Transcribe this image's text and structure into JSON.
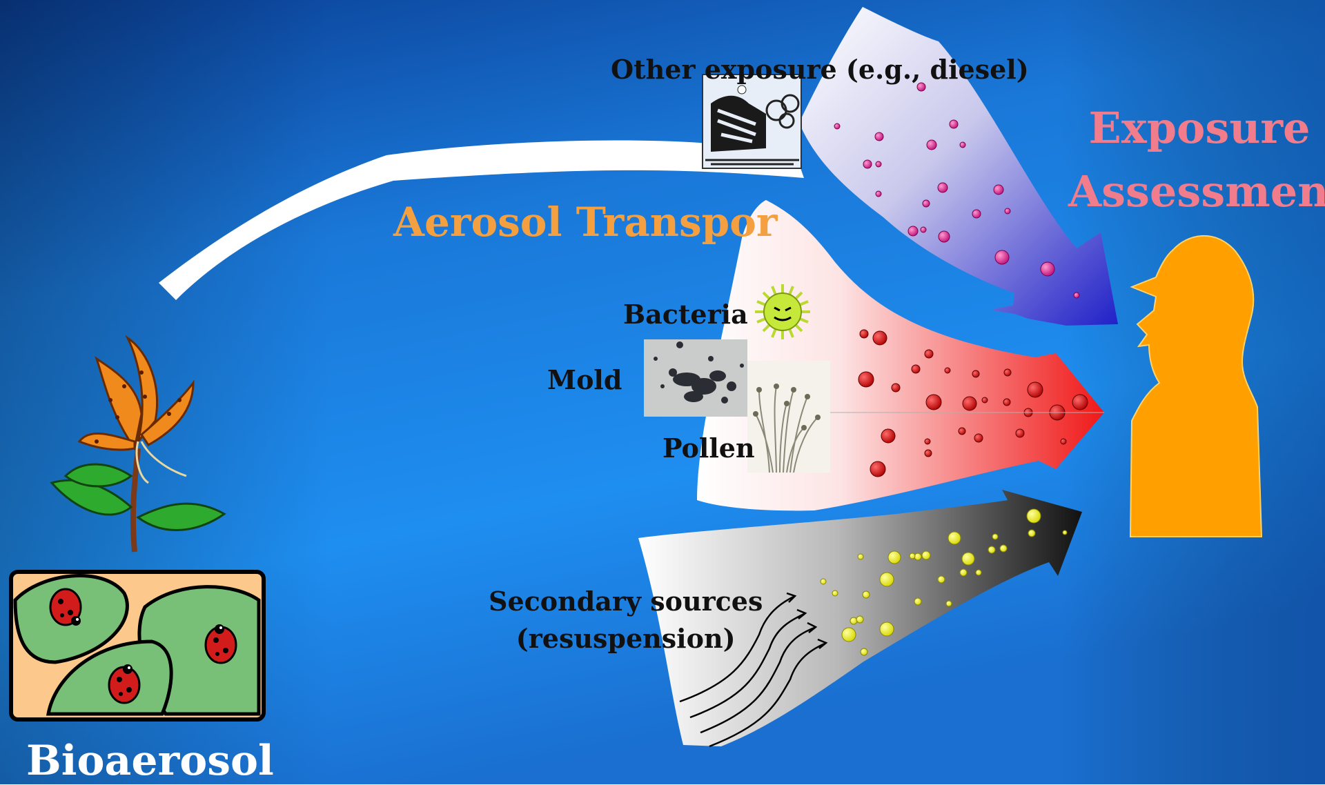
{
  "labels": {
    "aerosol_transport": "Aerosol Transpor",
    "exposure_line1": "Exposure",
    "exposure_line2": "Assessment",
    "bioaerosol": "Bioaerosol",
    "other_exposure": "Other exposure (e.g., diesel)",
    "bacteria": "Bacteria",
    "mold": "Mold",
    "pollen": "Pollen",
    "secondary_line1": "Secondary sources",
    "secondary_line2": "(resuspension)"
  },
  "icons": [
    "tiger-lily-icon",
    "ladybug-leaves-icon",
    "diesel-engine-icon",
    "bacteria-icon",
    "mold-micrograph-icon",
    "pollen-stalks-icon",
    "human-head-silhouette-icon",
    "airflow-lines-icon"
  ],
  "colors": {
    "background_top": "#0e4fa8",
    "background_mid": "#1e88e5",
    "aerosol_transport_text": "#f5a040",
    "exposure_text": "#f07c8c",
    "person": "#ffa000",
    "diesel_particles": "#e0309a",
    "bio_particles": "#e0161a",
    "secondary_particles": "#f2f200"
  }
}
